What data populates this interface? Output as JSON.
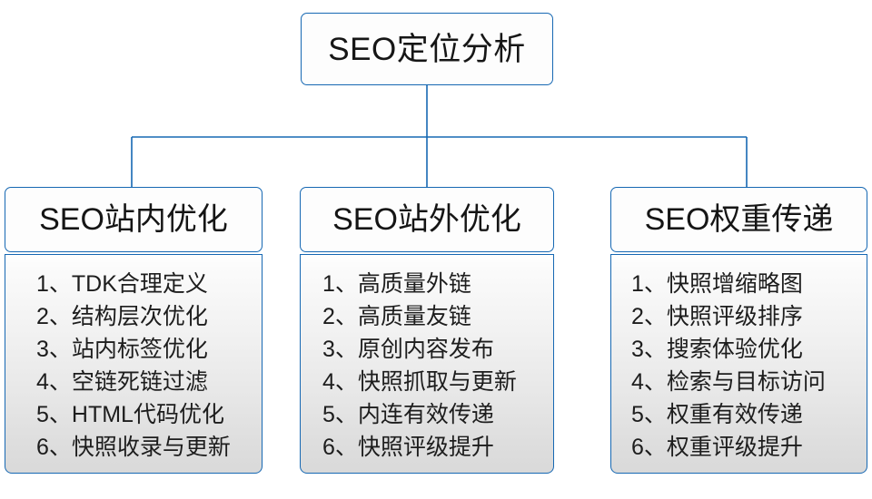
{
  "diagram": {
    "root": {
      "label": "SEO定位分析"
    },
    "branches": [
      {
        "header": "SEO站内优化",
        "items": [
          "1、TDK合理定义",
          "2、结构层次优化",
          "3、站内标签优化",
          "4、空链死链过滤",
          "5、HTML代码优化",
          "6、快照收录与更新"
        ]
      },
      {
        "header": "SEO站外优化",
        "items": [
          "1、高质量外链",
          "2、高质量友链",
          "3、原创内容发布",
          "4、快照抓取与更新",
          "5、内连有效传递",
          "6、快照评级提升"
        ]
      },
      {
        "header": "SEO权重传递",
        "items": [
          "1、快照增缩略图",
          "2、快照评级排序",
          "3、搜索体验优化",
          "4、检索与目标访问",
          "5、权重有效传递",
          "6、权重评级提升"
        ]
      }
    ],
    "colors": {
      "border": "#1668b3",
      "connector": "#1668b3",
      "box_fill": "#fdfdfd",
      "list_fill_top": "#ffffff",
      "list_fill_bottom": "#d9d9d9",
      "text": "#161616",
      "background": "#ffffff"
    }
  }
}
